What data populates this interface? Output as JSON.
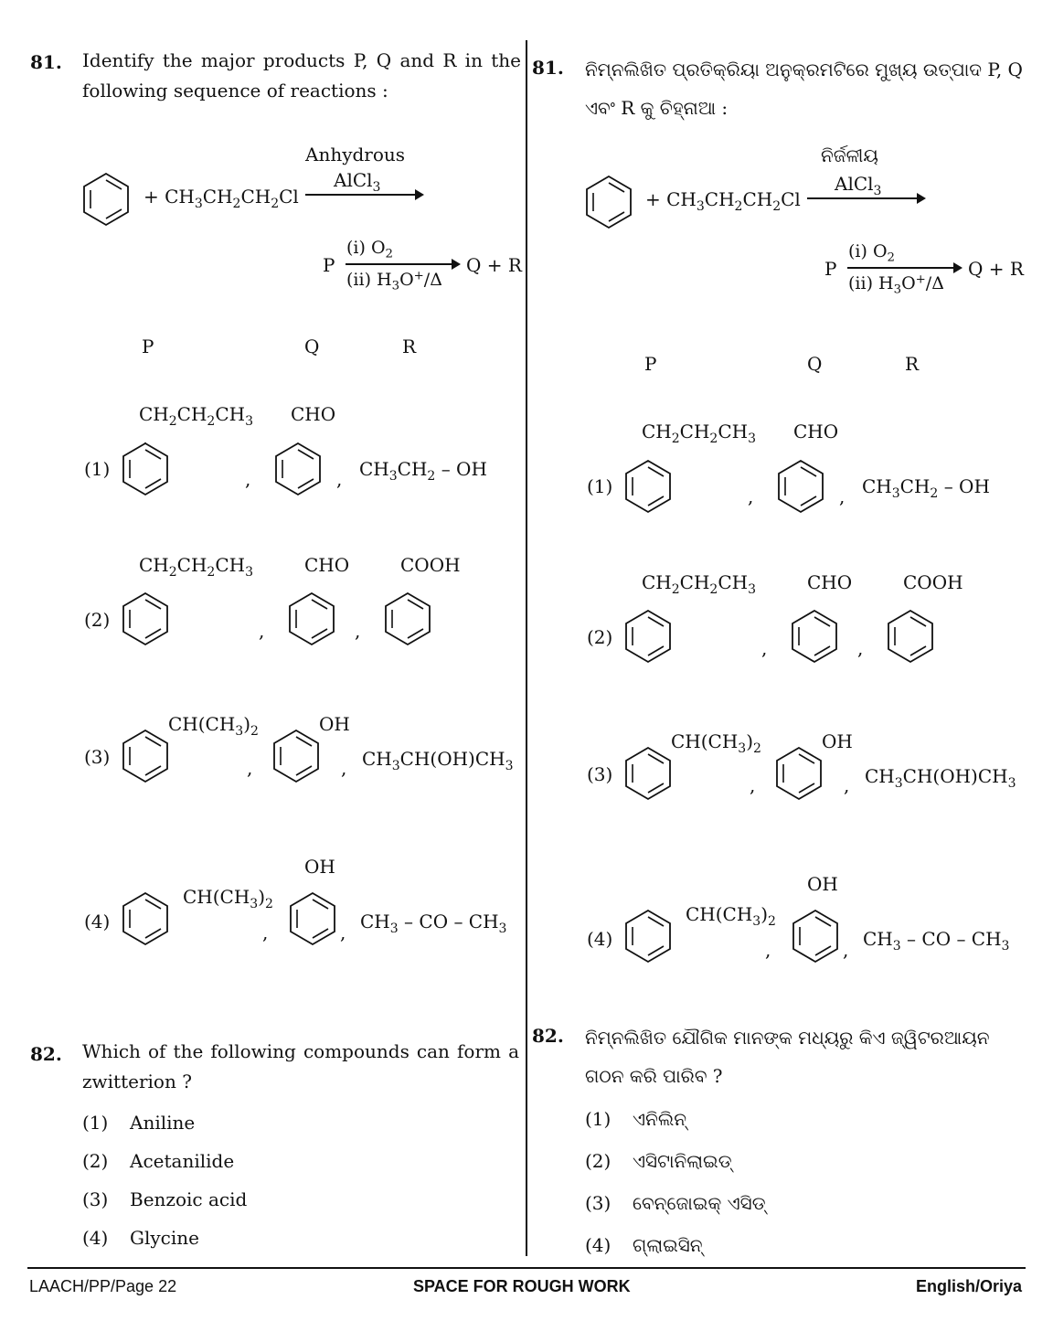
{
  "q81": {
    "number": "81.",
    "text_en": "Identify the major products P, Q and R in the following sequence of reactions :",
    "text_or": "ନିମ୍ନଲିଖିତ ପ୍ରତିକ୍ରିୟା ଅନୁକ୍ରମଟିରେ ମୁଖ୍ୟ ଉତ୍ପାଦ P, Q ଏବଂ R କୁ ଚିହ୍ନାଆ :",
    "cond_en": "Anhydrous",
    "cond_or": "ନିର୍ଜଳୀୟ",
    "reagent": "AlCl3",
    "reactant": "+ CH3CH2CH2Cl",
    "step2_reagent1": "(i) O2",
    "step2_reagent2": "(ii) H3O+/Δ",
    "step2_left": "P",
    "step2_right": "Q + R",
    "headers": [
      "P",
      "Q",
      "R"
    ],
    "options": [
      {
        "label": "(1)",
        "p": "CH2CH2CH3",
        "q": "CHO",
        "r": "CH3CH2 – OH"
      },
      {
        "label": "(2)",
        "p": "CH2CH2CH3",
        "q": "CHO",
        "r": "COOH"
      },
      {
        "label": "(3)",
        "p": "CH(CH3)2",
        "q": "OH",
        "r": "CH3CH(OH)CH3"
      },
      {
        "label": "(4)",
        "p": "CH(CH3)2",
        "q": "OH",
        "r": "CH3 – CO – CH3"
      }
    ]
  },
  "q82": {
    "number": "82.",
    "text_en": "Which of the following compounds can form a zwitterion ?",
    "text_or": "ନିମ୍ନଲିଖିତ ଯୌଗିକ ମାନଙ୍କ ମଧ୍ୟରୁ କିଏ ଜ୍ୱିଟରଆୟନ ଗଠନ କରି ପାରିବ ?",
    "options_en": [
      {
        "label": "(1)",
        "text": "Aniline"
      },
      {
        "label": "(2)",
        "text": "Acetanilide"
      },
      {
        "label": "(3)",
        "text": "Benzoic acid"
      },
      {
        "label": "(4)",
        "text": "Glycine"
      }
    ],
    "options_or": [
      {
        "label": "(1)",
        "text": "ଏନିଲିନ୍"
      },
      {
        "label": "(2)",
        "text": "ଏସିଟାନିଲାଇଡ୍"
      },
      {
        "label": "(3)",
        "text": "ବେନ୍‌ଜୋଇକ୍ ଏସିଡ୍"
      },
      {
        "label": "(4)",
        "text": "ଗ୍ଲାଇସିନ୍"
      }
    ]
  },
  "footer": {
    "left": "LAACH/PP/Page 22",
    "center": "SPACE FOR ROUGH WORK",
    "right": "English/Oriya"
  }
}
